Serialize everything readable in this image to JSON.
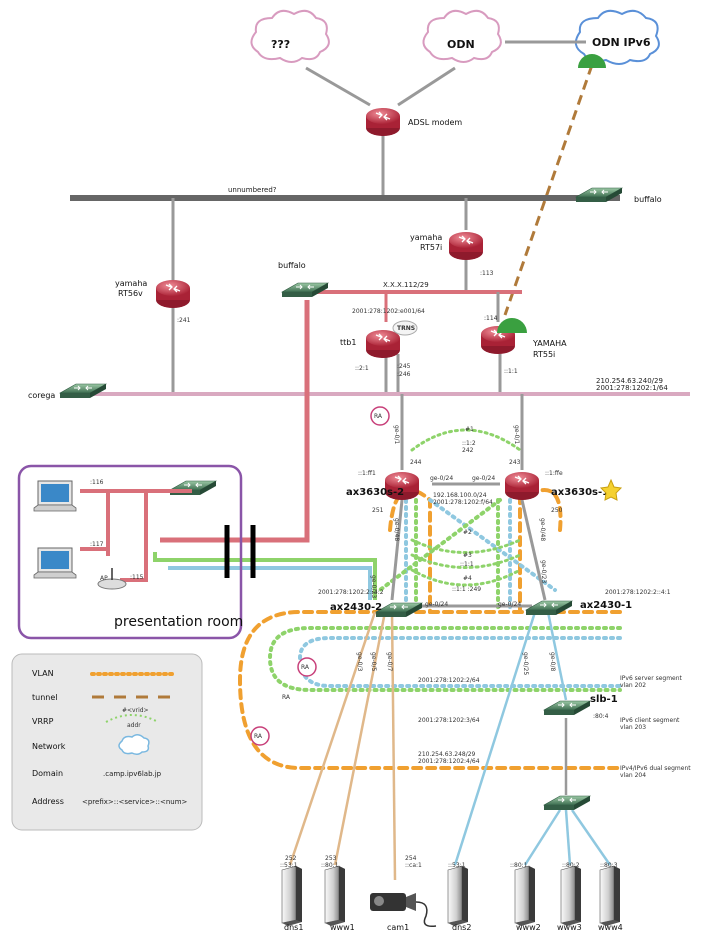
{
  "clouds": {
    "unknown": "???",
    "odn": "ODN",
    "odn_ipv6": "ODN IPv6"
  },
  "devices": {
    "adsl_modem": "ADSL modem",
    "buffalo_top": "buffalo",
    "buffalo_mid": "buffalo",
    "corega": "corega",
    "yamaha_rt57i_line1": "yamaha",
    "yamaha_rt57i_line2": "RT57i",
    "yamaha_rt56v_line1": "yamaha",
    "yamaha_rt56v_line2": "RT56v",
    "yamaha_rt55i_line1": "YAMAHA",
    "yamaha_rt55i_line2": "RT55i",
    "ttb1": "ttb1",
    "trns": "TRNS",
    "ax3630s2": "ax3630s-2",
    "ax3630s1": "ax3630s-1",
    "ax2430_2": "ax2430-2",
    "ax2430_1": "ax2430-1",
    "slb1": "slb-1"
  },
  "net_labels": {
    "unnumbered": "unnumbered?",
    "xxx": "X.X.X.112/29",
    "tunnel_addr": "2001:278:1202:e001/64",
    "mid_v4": "210.254.63.240/29",
    "mid_v6": "2001:278:1202:1/64",
    "core_v4": "192.168.100.0/24",
    "core_v6": "2001:278:1202:f/64",
    "server_seg_1": "IPv6 server segment",
    "server_seg_2": "vlan 202",
    "client_seg_1": "IPv6 client segment",
    "client_seg_2": "vlan 203",
    "dual_seg_1": "IPv4/IPv6 dual segment",
    "dual_seg_2": "vlan 204",
    "seg202": "2001:278:1202:2/64",
    "seg203": "2001:278:1202:3/64",
    "seg204_v4": "210.254.63.248/29",
    "seg204_v6": "2001:278:1202:4/64",
    "ax24_2_addr": "2001:278:1202:2::4:2",
    "ax24_1_addr": "2001:278:1202:2::4:1"
  },
  "addr_labels": {
    "a241": ":241",
    "a113": ":113",
    "a114": ":114",
    "a245": ":245",
    "a246": ":246",
    "a21": "::2:1",
    "a11": "::1:1",
    "a244": "244",
    "a243": "243",
    "a251": "251",
    "a250": "250",
    "a1ff1": "::1:ff1",
    "a1ffe": "::1:ffe",
    "a12": "::1:2",
    "a242": "242",
    "a11b": "::1:1",
    "a249": "::1:1 :249",
    "vr1": "#1",
    "vr2": "#2",
    "vr3": "#3",
    "vr4": "#4",
    "a116": ":116",
    "a117": ":117",
    "a115": ":115",
    "a804": ":80:4"
  },
  "ports": {
    "ge01a": "ge-0/1",
    "ge01b": "ge-0/1",
    "ge024a": "ge-0/24",
    "ge024b": "ge-0/24",
    "ge024c": "ge-0/24",
    "ge024d": "ge-0/24",
    "ge023a": "ge-0/23",
    "ge023b": "ge-0/23",
    "ge03": "ge-0/3",
    "ge05": "ge-0/5",
    "ge07": "ge-0/7",
    "ge025": "ge-0/25",
    "ge08": "ge-0/8",
    "ge048a": "ge-0/48",
    "ge048b": "ge-0/48"
  },
  "ra": {
    "ra1": "RA",
    "ra2": "RA",
    "ra3": "RA",
    "ra4": "RA"
  },
  "room": "presentation room",
  "ap": "AP",
  "legend": {
    "vlan": "VLAN",
    "tunnel": "tunnel",
    "vrrp": "VRRP",
    "vrrp_sub1": "#<vrid>",
    "vrrp_sub2": "addr",
    "network": "Network",
    "domain": "Domain",
    "domain_val": ".camp.ipv6lab.jp",
    "address": "Address",
    "address_val": "<prefix>::<service>::<num>"
  },
  "servers": [
    {
      "name": "dns1",
      "addr1": "252",
      "addr2": "::53:1"
    },
    {
      "name": "www1",
      "addr1": "253",
      "addr2": "::80:1"
    },
    {
      "name": "cam1",
      "addr1": "254",
      "addr2": "::ca:1"
    },
    {
      "name": "dns2",
      "addr1": "",
      "addr2": "::53:1"
    },
    {
      "name": "www2",
      "addr1": "",
      "addr2": "::80:1"
    },
    {
      "name": "www3",
      "addr1": "",
      "addr2": "::80:2"
    },
    {
      "name": "www4",
      "addr1": "",
      "addr2": "::80:3"
    }
  ],
  "colors": {
    "backbone": "#666",
    "pink": "#d9a9c0",
    "red": "#d9707a",
    "green": "#8ed36a",
    "blue": "#8fc8e0",
    "orange": "#f0a030",
    "tunnel": "#b07a3a",
    "purple": "#8a55a8",
    "router": "#c8374a",
    "switch": "#5a8a6a"
  }
}
